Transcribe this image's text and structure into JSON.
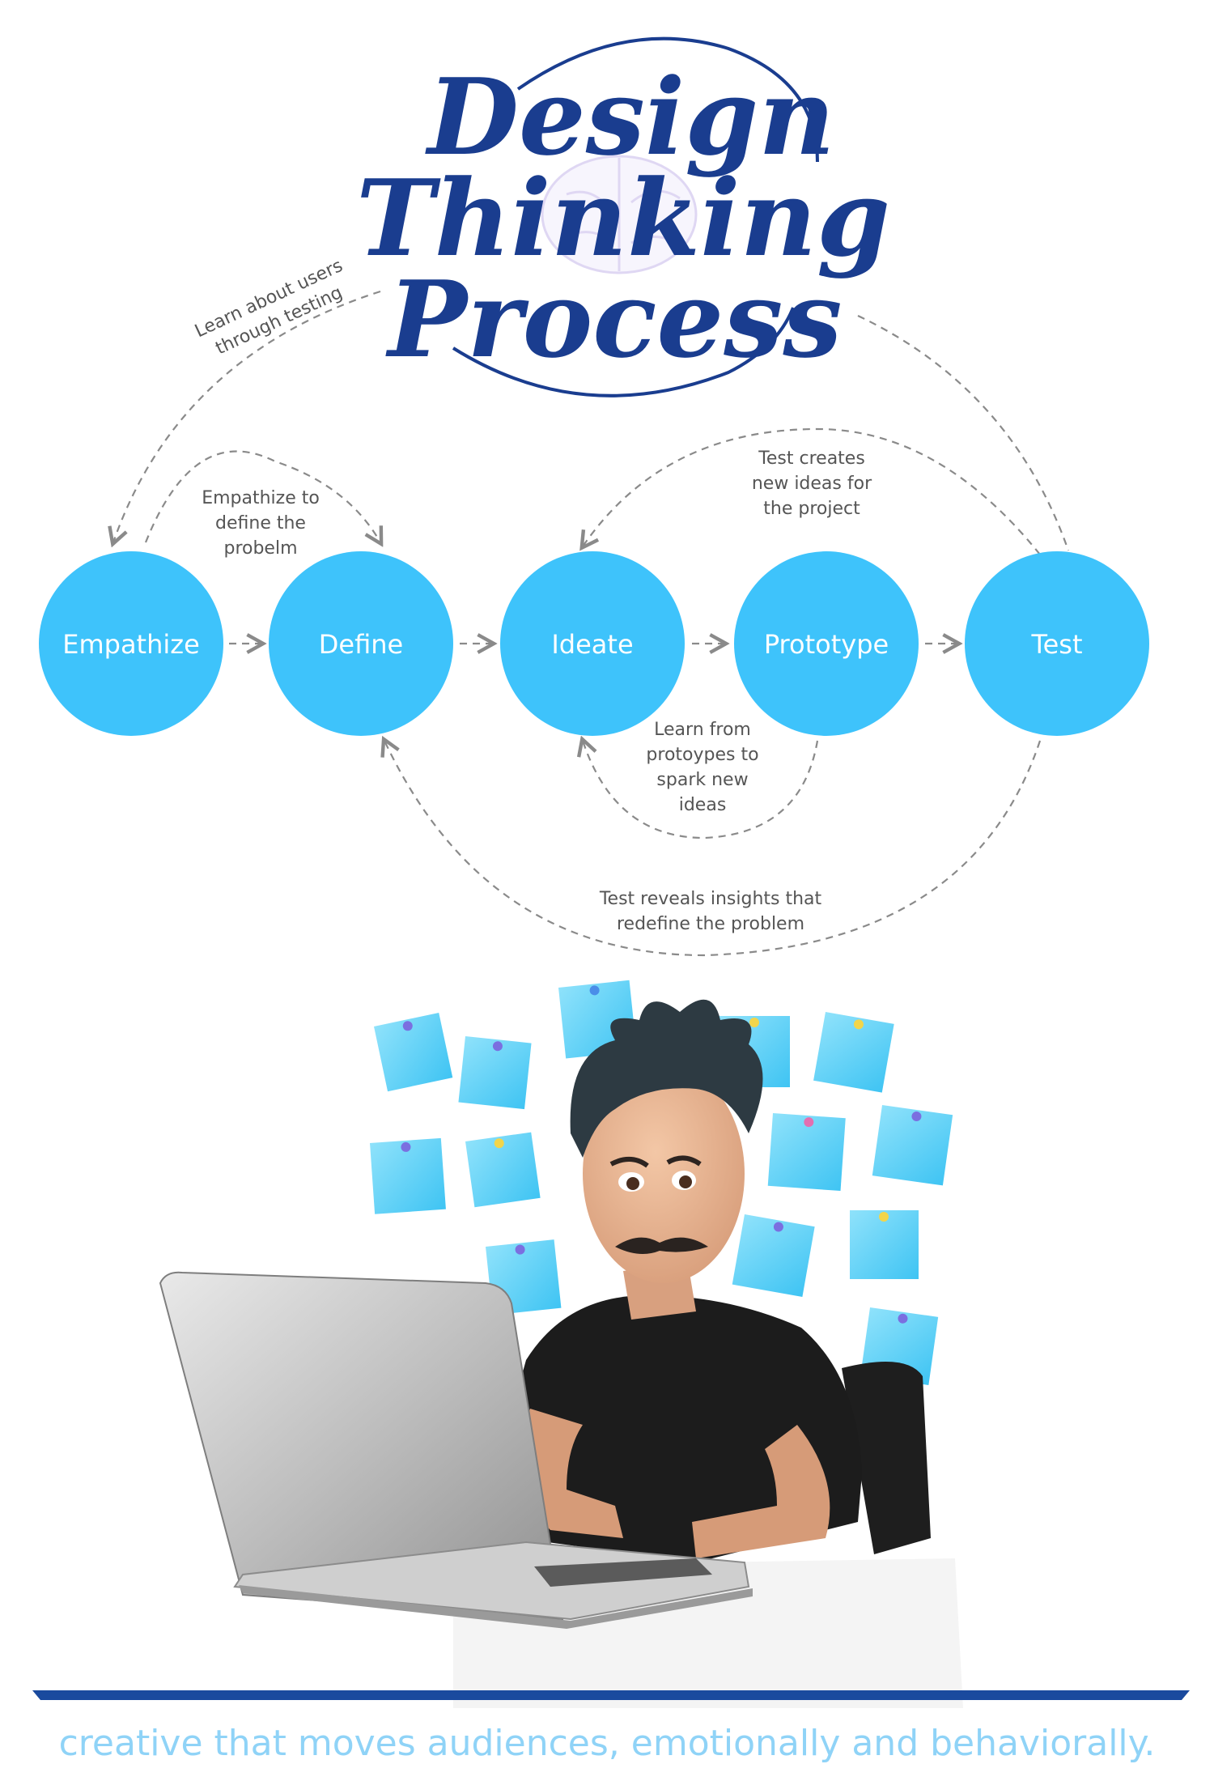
{
  "title": {
    "line1": "Design",
    "line2": "Thinking",
    "line3": "Process"
  },
  "stages": [
    {
      "label": "Empathize"
    },
    {
      "label": "Define"
    },
    {
      "label": "Ideate"
    },
    {
      "label": "Prototype"
    },
    {
      "label": "Test"
    }
  ],
  "notes": {
    "learn_about_users": [
      "Learn about users",
      "through testing"
    ],
    "empathize_to_define": [
      "Empathize to",
      "define the",
      "probelm"
    ],
    "test_creates_ideas": [
      "Test creates",
      "new ideas for",
      "the project"
    ],
    "learn_from_prototypes": [
      "Learn from",
      "protoypes to",
      "spark new",
      "ideas"
    ],
    "test_reveals": [
      "Test reveals insights that",
      "redefine the problem"
    ]
  },
  "tagline": "creative that moves audiences, emotionally and behaviorally.",
  "colors": {
    "title": "#1a3d8f",
    "circle": "#3ec3fb",
    "tagline": "#8fd3f7",
    "footer_rule": "#1a4a9e",
    "sticky_note": "#5fd0f5"
  }
}
